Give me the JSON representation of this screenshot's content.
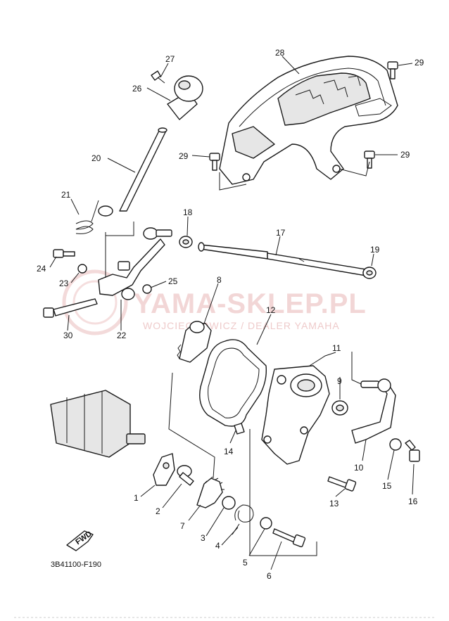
{
  "watermark": {
    "brand": "YAMA-SKLEP.PL",
    "dealer": "WOJCIECHOWICZ / DEALER YAMAHA"
  },
  "diagram_code": "3B41100-F190",
  "direction_label": "FWD",
  "callouts": {
    "p1": "1",
    "p2": "2",
    "p3": "3",
    "p4": "4",
    "p5": "5",
    "p6": "6",
    "p7": "7",
    "p8": "8",
    "p9": "9",
    "p10": "10",
    "p11": "11",
    "p12": "12",
    "p13": "13",
    "p14": "14",
    "p15": "15",
    "p16": "16",
    "p17": "17",
    "p18": "18",
    "p19": "19",
    "p20": "20",
    "p21": "21",
    "p22": "22",
    "p23": "23",
    "p24": "24",
    "p25": "25",
    "p26": "26",
    "p27": "27",
    "p28": "28",
    "p29a": "29",
    "p29b": "29",
    "p29c": "29",
    "p30": "30"
  },
  "colors": {
    "line": "#1a1a1a",
    "watermark": "#e8b5b5"
  }
}
